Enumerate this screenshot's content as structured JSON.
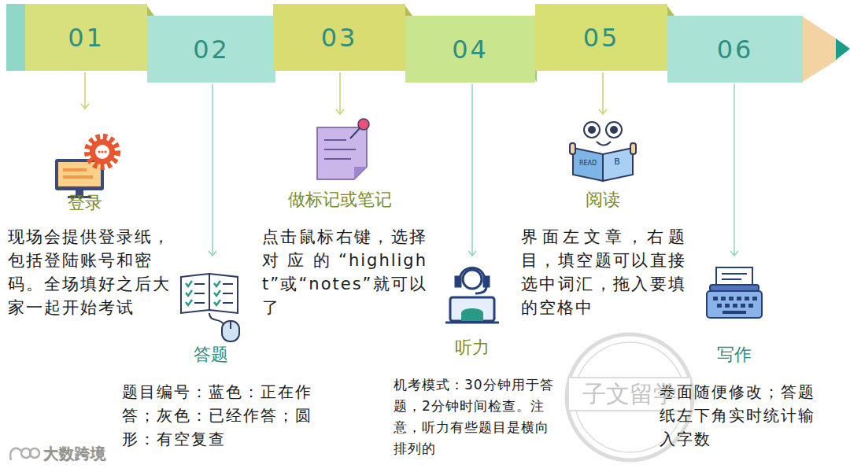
{
  "diagram": {
    "nodes": [
      {
        "text": [
          "01"
        ]
      },
      {
        "text": [
          "02"
        ]
      },
      {
        "text": [
          "03"
        ]
      },
      {
        "text": [
          "04"
        ]
      },
      {
        "text": [
          "05"
        ]
      },
      {
        "text": [
          "06"
        ]
      }
    ],
    "labels": [
      "登录",
      "现场会提供登录纸，包括登陆账号和密码。全场填好之后大家一起开始考试",
      "答题",
      "题目编号：蓝色：正在作答；灰色：已经作答；圆形：有空复查",
      "做标记或笔记",
      "点击鼠标右键，选择 对 应 的 “highlight”或“notes”就可以了",
      "听力",
      "机考模式：30分钟用于答题，2分钟时间检查。注意，听力有些题目是横向排列的",
      "阅读",
      "界面左文章，右题目，填空题可以直接选中词汇，拖入要填的空格中",
      "写作",
      "卷面随便修改；答题纸左下角实时统计输入字数",
      "READ",
      "B",
      "子文留学",
      "大数跨境"
    ]
  }
}
